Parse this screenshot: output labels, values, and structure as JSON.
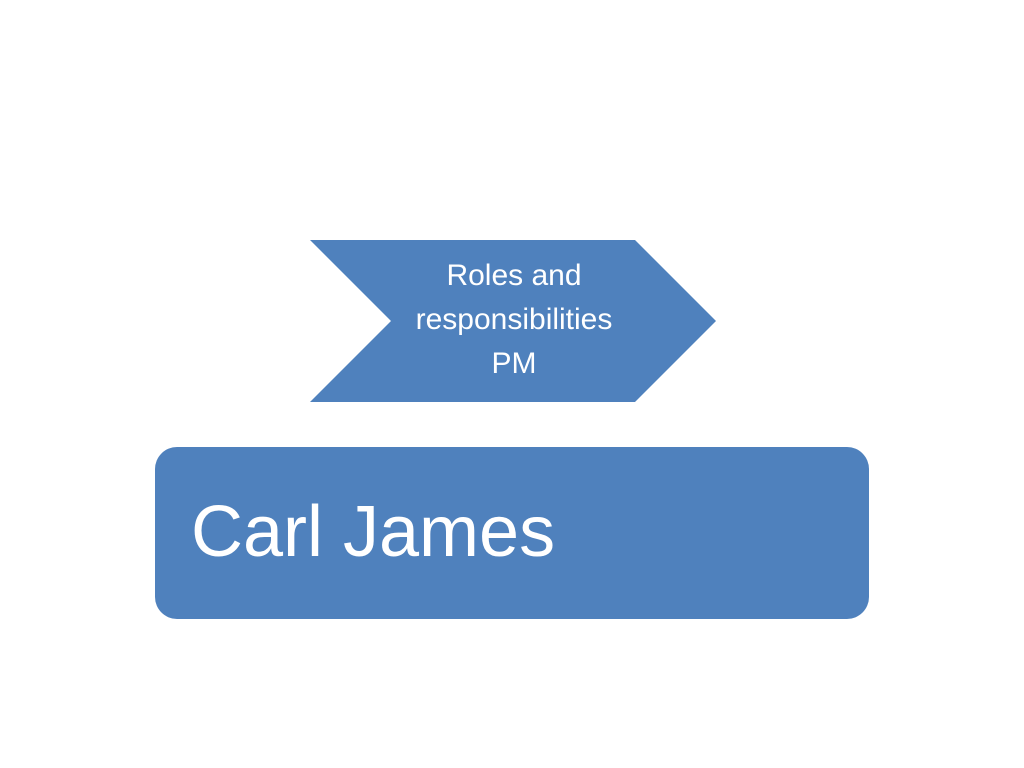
{
  "chevron": {
    "lines": [
      "Roles and",
      "responsibilities",
      "PM"
    ],
    "fill_color": "#4f81bd"
  },
  "name_box": {
    "text": "Carl James",
    "fill_color": "#4f81bd"
  }
}
